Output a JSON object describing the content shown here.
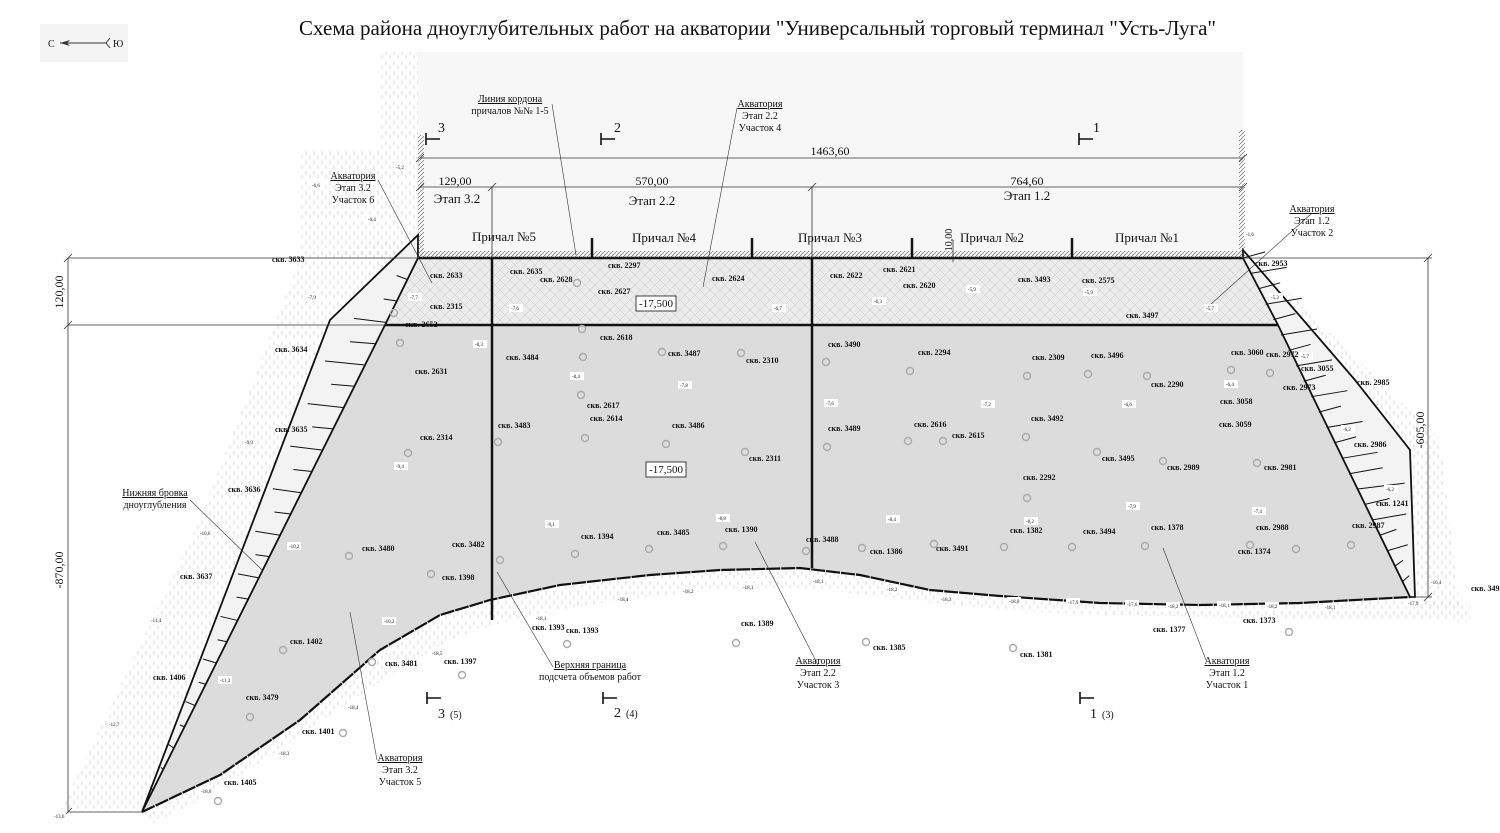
{
  "title": "Схема района дноуглубительных работ на акватории \"Универсальный торговый терминал \"Усть-Луга\"",
  "compass": {
    "north": "С",
    "south": "Ю"
  },
  "dimensions": {
    "total": "1463,60",
    "stage32": "129,00",
    "stage22": "570,00",
    "stage12": "764,60",
    "strip_width": "120,00",
    "left_depth": "-870,00",
    "right_depth": "-605,00",
    "berth_offset": "10,00"
  },
  "stages": {
    "s32": "Этап 3.2",
    "s22": "Этап 2.2",
    "s12": "Этап 1.2"
  },
  "berths": [
    "Причал №5",
    "Причал №4",
    "Причал №3",
    "Причал №2",
    "Причал №1"
  ],
  "design_depth": [
    "-17,500",
    "-17,500"
  ],
  "sections_top": [
    "3",
    "2",
    "1"
  ],
  "sections_bottom": [
    {
      "num": "3",
      "sub": "(5)"
    },
    {
      "num": "2",
      "sub": "(4)"
    },
    {
      "num": "1",
      "sub": "(3)"
    }
  ],
  "annotations": {
    "cordon": [
      "Линия кордона",
      "причалов №№ 1-5"
    ],
    "area4": [
      "Акватория",
      "Этап 2.2",
      "Участок 4"
    ],
    "area6": [
      "Акватория",
      "Этап 3.2",
      "Участок 6"
    ],
    "area2": [
      "Акватория",
      "Этап 1.2",
      "Участок 2"
    ],
    "lower_edge": [
      "Нижняя бровка",
      "дноуглубления"
    ],
    "upper_bound": [
      "Верхняя граница",
      "подсчета объемов работ"
    ],
    "area3": [
      "Акватория",
      "Этап 2.2",
      "Участок 3"
    ],
    "area5": [
      "Акватория",
      "Этап 3.2",
      "Участок 5"
    ],
    "area1": [
      "Акватория",
      "Этап 1.2",
      "Участок 1"
    ]
  },
  "wells": [
    "скв. 2633",
    "скв. 3633",
    "скв. 2315",
    "скв. 2652",
    "скв. 2635",
    "скв. 2628",
    "скв. 2297",
    "скв. 2627",
    "скв. 2624",
    "скв. 2622",
    "скв. 2621",
    "скв. 2620",
    "скв. 3493",
    "скв. 2575",
    "скв. 3497",
    "скв. 2953",
    "скв. 2618",
    "скв. 3484",
    "скв. 3487",
    "скв. 2310",
    "скв. 3490",
    "скв. 2294",
    "скв. 2309",
    "скв. 3496",
    "скв. 2290",
    "скв. 3060",
    "скв. 2972",
    "скв. 3055",
    "скв. 2973",
    "скв. 2985",
    "скв. 3058",
    "скв. 3059",
    "скв. 2986",
    "скв. 2631",
    "скв. 3634",
    "скв. 2617",
    "скв. 2614",
    "скв. 3486",
    "скв. 3483",
    "скв. 2314",
    "скв. 3635",
    "скв. 2311",
    "скв. 3489",
    "скв. 2616",
    "скв. 2615",
    "скв. 3492",
    "скв. 3495",
    "скв. 2989",
    "скв. 2981",
    "скв. 2292",
    "скв. 3636",
    "скв. 3480",
    "скв. 3482",
    "скв. 1394",
    "скв. 3485",
    "скв. 1390",
    "скв. 3488",
    "скв. 1386",
    "скв. 3491",
    "скв. 1382",
    "скв. 3494",
    "скв. 1378",
    "скв. 2988",
    "скв. 1374",
    "скв. 2987",
    "скв. 1241",
    "скв. 3637",
    "скв. 1398",
    "скв. 1393",
    "скв. 1393",
    "скв. 1389",
    "скв. 1385",
    "скв. 1381",
    "скв. 1377",
    "скв. 1373",
    "скв. 1402",
    "скв. 3481",
    "скв. 1397",
    "скв. 1406",
    "скв. 3479",
    "скв. 1401",
    "скв. 1405",
    "скв. 349"
  ],
  "depths": [
    "-5,2",
    "-6,6",
    "-6,4",
    "-7,7",
    "-7,9",
    "-7,6",
    "-6,7",
    "-6,3",
    "-5,9",
    "-5,9",
    "-1,6",
    "-5,3",
    "-5,7",
    "-8,3",
    "-8,4",
    "-7,8",
    "-7,6",
    "-7,2",
    "-6,6",
    "-6,4",
    "-5,7",
    "-6,2",
    "-9,9",
    "-9,4",
    "-10,6",
    "-10,2",
    "-9,1",
    "-8,8",
    "-8,4",
    "-8,2",
    "-7,9",
    "-7,4",
    "-6,2",
    "-11,4",
    "-10,2",
    "-11,3",
    "-12,7",
    "-18,5",
    "-18,4",
    "-18,3",
    "-18,0",
    "-18,1",
    "-18,4",
    "-18,2",
    "-18,1",
    "-18,1",
    "-18,2",
    "-18,3",
    "-18,0",
    "-17,9",
    "-17,6",
    "-18,2",
    "-18,1",
    "-18,2",
    "-18,1",
    "-17,9",
    "-16,4",
    "-13,6"
  ]
}
